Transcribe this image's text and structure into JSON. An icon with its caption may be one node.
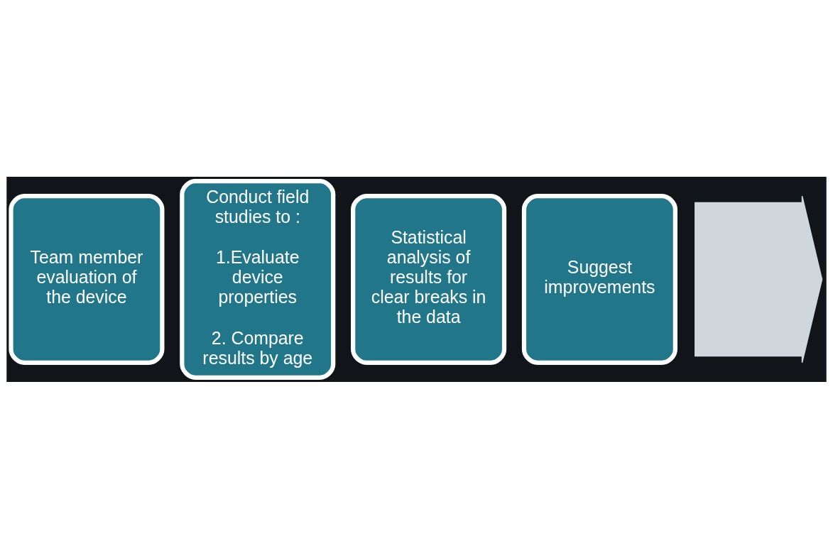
{
  "diagram": {
    "nodes": [
      {
        "text": [],
        "shape": "arrow"
      },
      {
        "text": [
          "Team member evaluation of the device"
        ]
      },
      {
        "text": [
          "Conduct field studies to :",
          "1.Evaluate device properties",
          "2. Compare results by age"
        ]
      },
      {
        "text": [
          "Statistical analysis of results for clear breaks in the data"
        ]
      },
      {
        "text": [
          "Suggest improvements"
        ]
      }
    ],
    "edges": []
  }
}
